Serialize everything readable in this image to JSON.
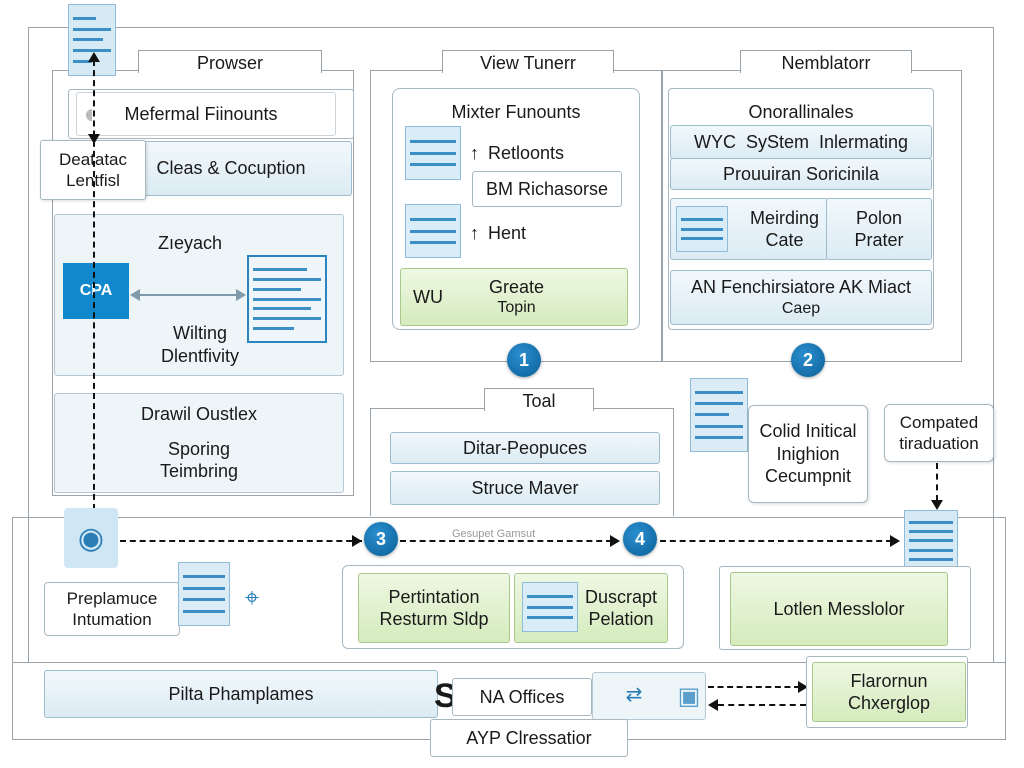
{
  "colors": {
    "accent": "#1188cc",
    "badge": "#0a6aa8",
    "green_card": "#dcefc8",
    "blue_card": "#e3f0f7"
  },
  "left_panel": {
    "title": "Prowser",
    "card_top": "Mefermal Fiinounts",
    "card_second": "Cleas & Cocuption",
    "label_box": [
      "Deatatac",
      "Lentfisl"
    ],
    "zone1_heading": "Zıeyach",
    "cpa_label": "CPA",
    "zone1_caption": [
      "Wilting",
      "Dlentfivity"
    ],
    "zone2": [
      "Drawil Oustlex",
      "Sporing",
      "Teimbring"
    ]
  },
  "mid_panel": {
    "title": "View Tunerr",
    "inner_title": "Mixter Funounts",
    "item1": "Retloonts",
    "item2": "BM Richasorse",
    "item3": "Hent",
    "green_left": "WU",
    "green_right": [
      "Greate",
      "Topin"
    ],
    "badge": "1"
  },
  "right_panel": {
    "title": "Nemblatorr",
    "inner_title": "Onorallinales",
    "row1": "WYC  SyStem  Inlermating",
    "row2": "Prouuiran Soricinila",
    "sub_left": [
      "Meirding",
      "Cate"
    ],
    "sub_right": [
      "Polon",
      "Prater"
    ],
    "bottom": [
      "AN Fenchirsiatore AK Miact",
      "Caep"
    ],
    "badge": "2"
  },
  "toal": {
    "title": "Toal",
    "item1": "Ditar-Peopuces",
    "item2": "Struce Maver"
  },
  "callouts": {
    "initial": [
      "Colid Initical",
      "Inighion",
      "Cecumpnit"
    ],
    "compated": [
      "Compated",
      "tiraduation"
    ]
  },
  "flow": {
    "badge3": "3",
    "badge4": "4",
    "flow_label": "Gesupet Gamsut"
  },
  "bottom_section": {
    "prep": [
      "Preplamuce",
      "Intumation"
    ],
    "pert": [
      "Pertintation",
      "Resturm Sldp"
    ],
    "duscrapt": [
      "Duscrapt",
      "Pelation"
    ],
    "lotlen": "Lotlen Messlolor"
  },
  "footer": {
    "pilta": "Pilta Phamplames",
    "na_offices": "NA Offices",
    "symbol": "S",
    "flarornun": [
      "Flarornun",
      "Chxerglop"
    ],
    "ayp": "AYP Clressatior"
  }
}
